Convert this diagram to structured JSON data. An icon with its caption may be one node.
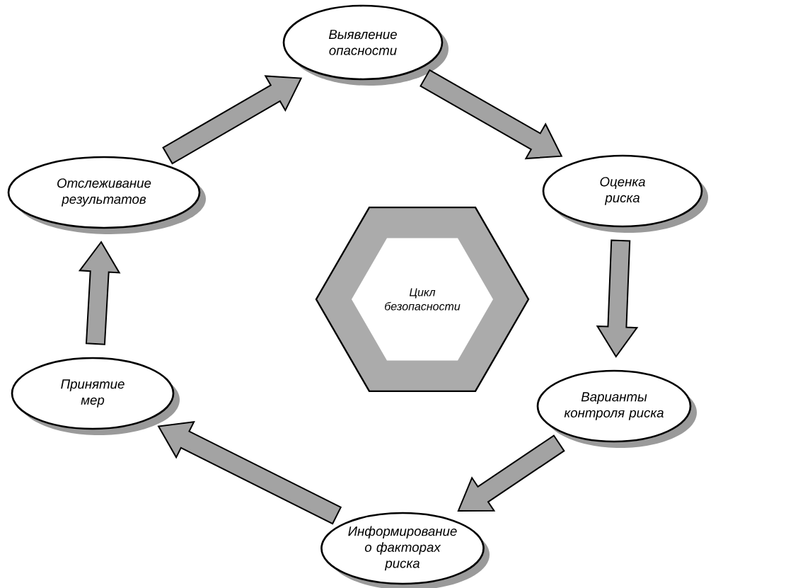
{
  "diagram": {
    "nodes": [
      {
        "text": [
          "Выявление опасности"
        ]
      },
      {
        "text": [
          "Оценка риска"
        ]
      },
      {
        "text": [
          "Варианты контроля риска"
        ]
      },
      {
        "text": [
          "Информирование о факторах риска"
        ]
      },
      {
        "text": [
          "Принятие мер"
        ]
      },
      {
        "text": [
          "Отслеживание результатов"
        ]
      },
      {
        "text": [
          "Цикл безопасности"
        ]
      }
    ],
    "edges": [
      {
        "from": 0,
        "to": 1,
        "arrow": "to"
      },
      {
        "from": 1,
        "to": 2,
        "arrow": "to"
      },
      {
        "from": 2,
        "to": 3,
        "arrow": "to"
      },
      {
        "from": 3,
        "to": 4,
        "arrow": "to"
      },
      {
        "from": 4,
        "to": 5,
        "arrow": "to"
      },
      {
        "from": 5,
        "to": 0,
        "arrow": "to"
      }
    ]
  }
}
